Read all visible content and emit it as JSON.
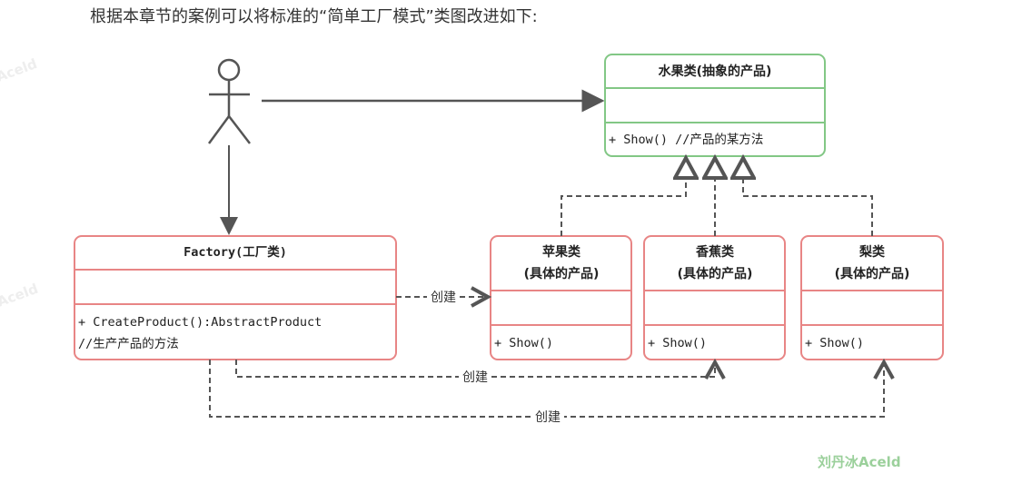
{
  "intro_text": "根据本章节的案例可以将标准的“简单工厂模式”类图改进如下:",
  "colors": {
    "abstract_border": "#82c785",
    "concrete_border": "#e88585",
    "line": "#555555",
    "watermark": "#9bd09b"
  },
  "abstract_class": {
    "title": "水果类(抽象的产品)",
    "method": "+ Show() //产品的某方法"
  },
  "factory": {
    "title": "Factory(工厂类)",
    "method": "+ CreateProduct():AbstractProduct",
    "comment": "//生产产品的方法"
  },
  "products": [
    {
      "name": "苹果类",
      "subtitle": "(具体的产品)",
      "method": "+ Show()"
    },
    {
      "name": "香蕉类",
      "subtitle": "(具体的产品)",
      "method": "+ Show()"
    },
    {
      "name": "梨类",
      "subtitle": "(具体的产品)",
      "method": "+ Show()"
    }
  ],
  "create_labels": [
    "创建",
    "创建",
    "创建"
  ],
  "watermark": "刘丹冰Aceld",
  "faint_watermark": "Aceld"
}
